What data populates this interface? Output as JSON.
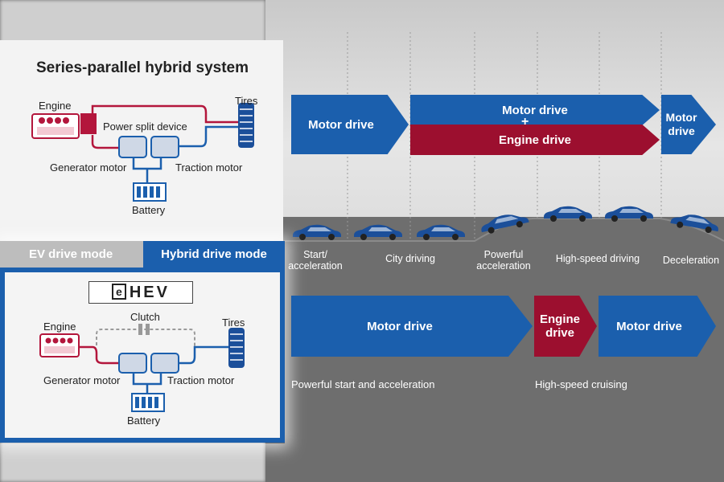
{
  "series_parallel": {
    "title": "Series-parallel hybrid system",
    "labels": {
      "engine": "Engine",
      "power_split": "Power split device",
      "tires": "Tires",
      "generator_motor": "Generator motor",
      "traction_motor": "Traction motor",
      "battery": "Battery"
    }
  },
  "tabs": {
    "ev": "EV drive mode",
    "hybrid": "Hybrid drive mode"
  },
  "ehev": {
    "logo_e": "e",
    "logo_text": "HEV",
    "labels": {
      "engine": "Engine",
      "clutch": "Clutch",
      "tires": "Tires",
      "generator_motor": "Generator motor",
      "traction_motor": "Traction motor",
      "battery": "Battery"
    }
  },
  "top_arrows": {
    "a1": "Motor drive",
    "a2": "Motor drive",
    "plus": "+",
    "a3": "Engine drive",
    "a4": "Motor drive"
  },
  "stages": {
    "s1": "Start/ acceleration",
    "s2": "City driving",
    "s3": "Powerful acceleration",
    "s4": "High-speed driving",
    "s5": "Deceleration"
  },
  "bottom_arrows": {
    "a1": "Motor drive",
    "a2": "Engine drive",
    "a3": "Motor drive"
  },
  "captions": {
    "c1": "Powerful start and acceleration",
    "c2": "High-speed cruising"
  },
  "colors": {
    "blue": "#1b5fad",
    "red": "#9c0f2f",
    "engine": "#b3163c",
    "motor": "#cfd8e6"
  }
}
